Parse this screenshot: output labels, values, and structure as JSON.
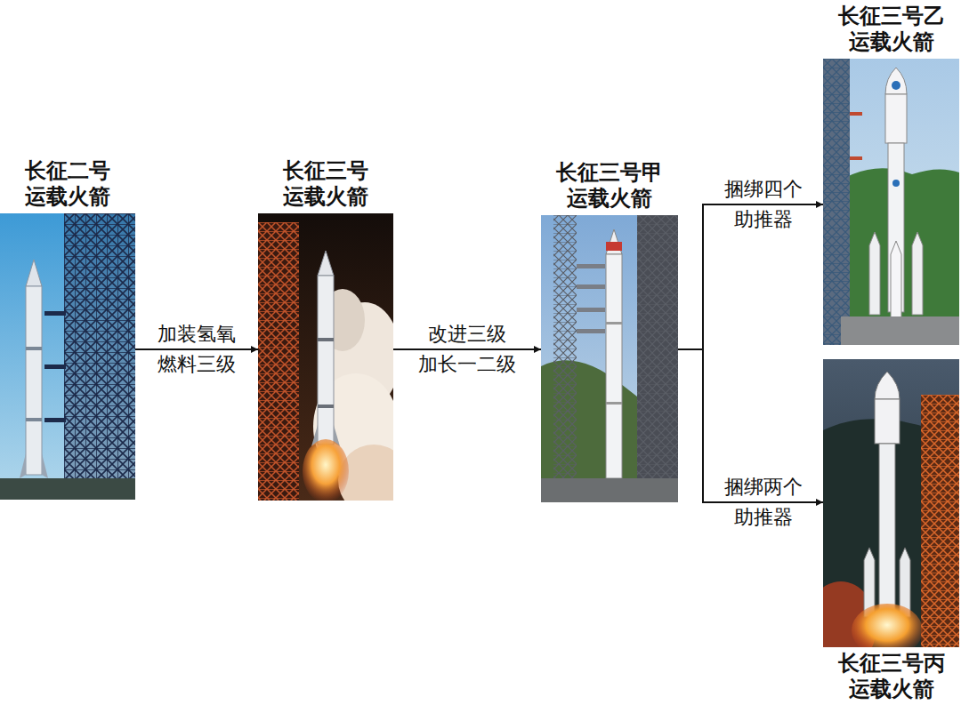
{
  "diagram": {
    "nodes": [
      {
        "text": [
          "长征二号 运载火箭"
        ]
      },
      {
        "text": [
          "长征三号 运载火箭"
        ]
      },
      {
        "text": [
          "长征三号甲 运载火箭"
        ]
      },
      {
        "text": [
          "长征三号乙 运载火箭"
        ]
      },
      {
        "text": [
          "长征三号丙 运载火箭"
        ]
      }
    ],
    "edges": [
      {
        "from": 0,
        "to": 1,
        "arrow": "to",
        "label": "加装氢氧 燃料三级"
      },
      {
        "from": 1,
        "to": 2,
        "arrow": "to",
        "label": "改进三级 加长一二级"
      },
      {
        "from": 2,
        "to": 3,
        "arrow": "to",
        "label": "捆绑四个 助推器"
      },
      {
        "from": 2,
        "to": 4,
        "arrow": "to",
        "label": "捆绑两个 助推器"
      }
    ]
  }
}
